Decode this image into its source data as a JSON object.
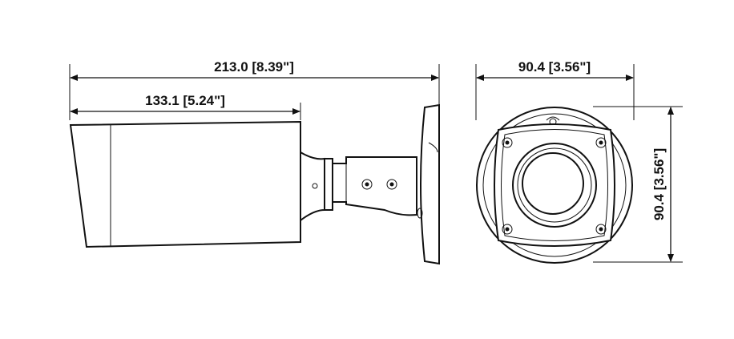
{
  "dimensions": {
    "overall_length": "213.0 [8.39\"]",
    "housing_length": "133.1 [5.24\"]",
    "front_width": "90.4 [3.56\"]",
    "front_height": "90.4 [3.56\"]"
  }
}
